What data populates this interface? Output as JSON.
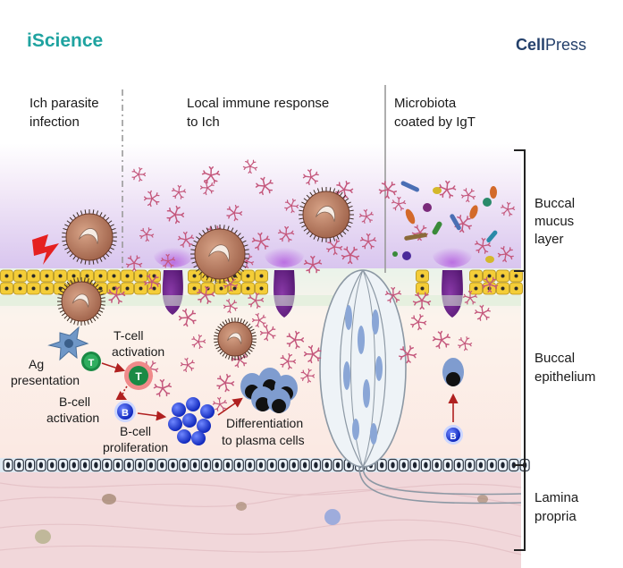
{
  "brand": {
    "journal": "iScience",
    "publisher_bold": "Cell",
    "publisher_regular": "Press"
  },
  "columns": {
    "col1": [
      "Ich parasite",
      "infection"
    ],
    "col2": [
      "Local immune response",
      "to Ich"
    ],
    "col3": [
      "Microbiota",
      "coated by IgT"
    ]
  },
  "layers": {
    "mucus": [
      "Buccal",
      "mucus",
      "layer"
    ],
    "epithelium": [
      "Buccal",
      "epithelium"
    ],
    "lamina": [
      "Lamina",
      "propria"
    ]
  },
  "process": {
    "ag": [
      "Ag",
      "presentation"
    ],
    "tcell": [
      "T-cell",
      "activation"
    ],
    "bact": [
      "B-cell",
      "activation"
    ],
    "bprolif": [
      "B-cell",
      "proliferation"
    ],
    "diff": [
      "Differentiation",
      "to plasma cells"
    ],
    "t_letter": "T",
    "b_letter": "B"
  },
  "colors": {
    "mucus_top": "#ffffff",
    "mucus_bottom": "#d9c7ee",
    "epithelium": "#fbeee8",
    "lamina": "#f1d9dc",
    "goblet": "#6a2386",
    "yellow_cell": "#f2cb35",
    "parasite": "#b57a5f",
    "igt": "#c4577c",
    "bcell": "#1631d8",
    "tcell": "#1e8a46",
    "divider": "#9a9a9a",
    "bracket": "#222222",
    "brand_teal": "#1fa3a0",
    "brand_navy": "#24406b"
  }
}
